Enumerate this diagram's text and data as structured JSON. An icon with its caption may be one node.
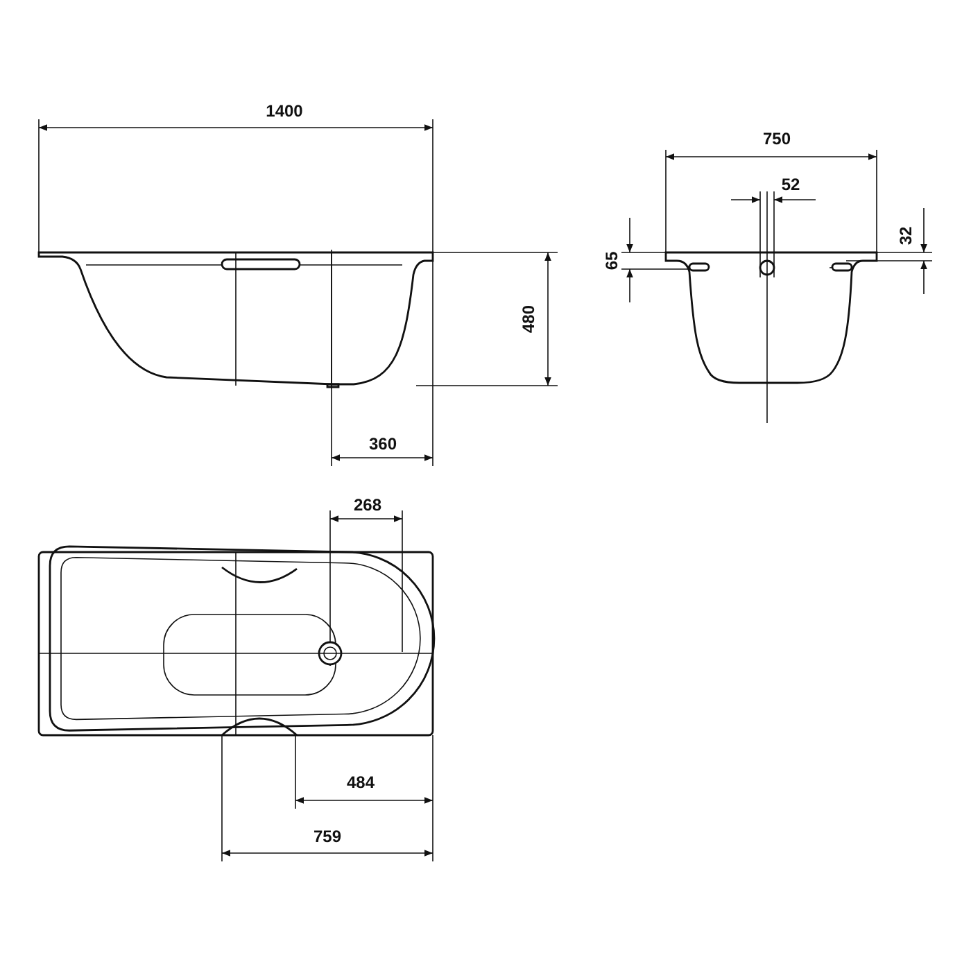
{
  "diagram": {
    "labels": [
      "1400",
      "750",
      "52",
      "65",
      "32",
      "480",
      "360",
      "268",
      "484",
      "759"
    ]
  }
}
